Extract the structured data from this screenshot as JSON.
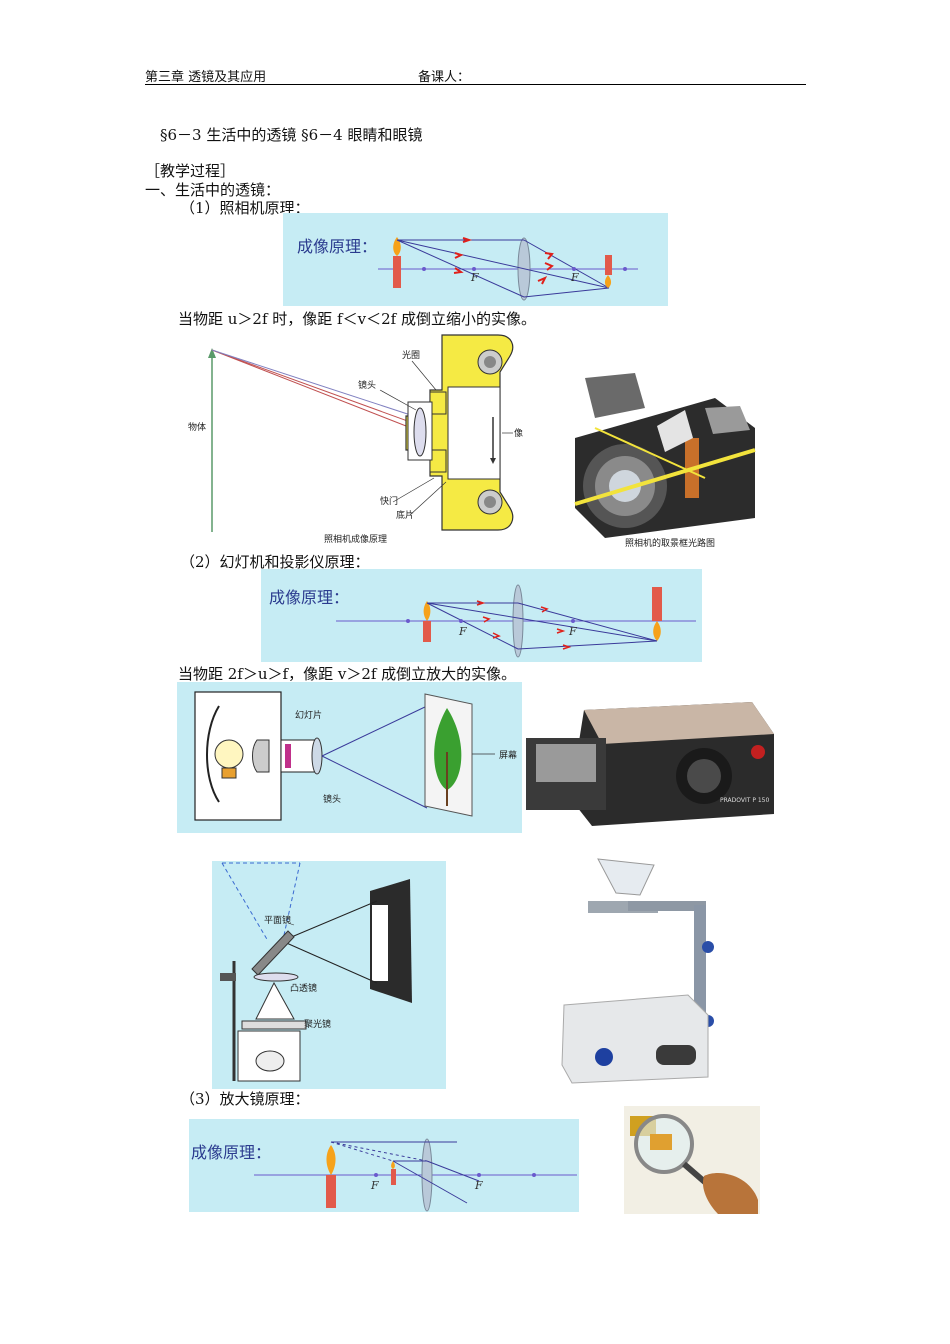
{
  "header": {
    "chapter": "第三章 透镜及其应用",
    "preparer_label": "备课人："
  },
  "section_title": "§6－3 生活中的透镜  §6－4 眼睛和眼镜",
  "process_label": "［教学过程］",
  "part1_heading": "一、生活中的透镜：",
  "camera": {
    "heading": "（1）照相机原理：",
    "panel_title": "成像原理：",
    "rule": "当物距 u＞2f 时，像距 f＜v＜2f 成倒立缩小的实像。",
    "diagram": {
      "label_aperture": "光圈",
      "label_lens": "镜头",
      "label_object": "物体",
      "label_image": "像",
      "label_shutter": "快门",
      "label_film": "底片",
      "caption": "照相机成像原理"
    },
    "photo_caption": "照相机的取景框光路图"
  },
  "projector": {
    "heading": "（2）幻灯机和投影仪原理：",
    "panel_title": "成像原理：",
    "rule": "当物距 2f＞u＞f，像距 v＞2f 成倒立放大的实像。",
    "diagram": {
      "label_slide": "幻灯片",
      "label_lens": "镜头",
      "label_screen": "屏幕"
    },
    "photo_brand": "PRADOVIT P 150",
    "overhead": {
      "label_mirror": "平面镜",
      "label_convex": "凸透镜",
      "label_condenser": "聚光镜"
    }
  },
  "magnifier": {
    "heading": "（3）放大镜原理：",
    "panel_title": "成像原理："
  },
  "focal_label": "F",
  "colors": {
    "panel_bg": "#c6ecf4",
    "axis": "#6a5acd",
    "ray": "#3a3a9a",
    "arrow": "#e0201a",
    "candle": "#e25a4a"
  }
}
